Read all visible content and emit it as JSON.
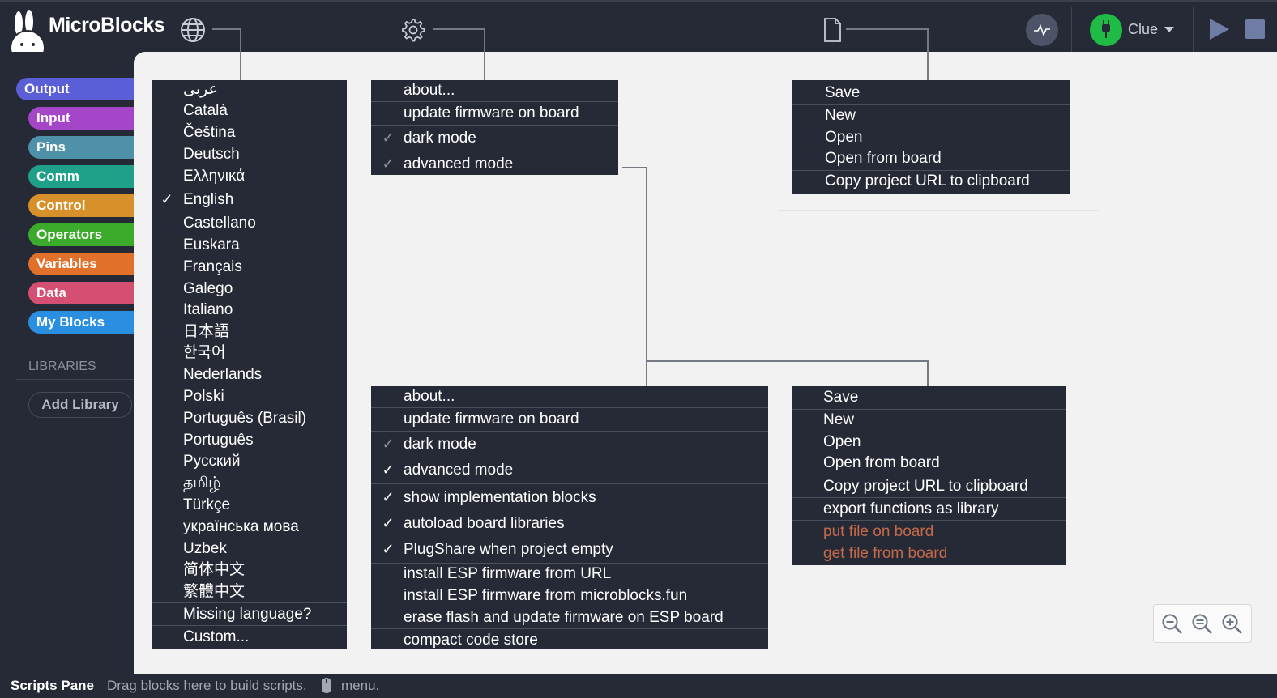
{
  "app": {
    "title": "MicroBlocks"
  },
  "toolbar": {
    "board_name": "Clue"
  },
  "sidebar": {
    "categories": [
      {
        "label": "Output",
        "color": "#5a5fd8"
      },
      {
        "label": "Input",
        "color": "#a545c7"
      },
      {
        "label": "Pins",
        "color": "#4f91a8"
      },
      {
        "label": "Comm",
        "color": "#1fa088"
      },
      {
        "label": "Control",
        "color": "#d8912a"
      },
      {
        "label": "Operators",
        "color": "#3caa2a"
      },
      {
        "label": "Variables",
        "color": "#e0702a"
      },
      {
        "label": "Data",
        "color": "#d54f72"
      },
      {
        "label": "My Blocks",
        "color": "#2a8fe0"
      }
    ],
    "libraries_label": "LIBRARIES",
    "add_library": "Add Library"
  },
  "status": {
    "title": "Scripts Pane",
    "hint": "Drag blocks here to build scripts.",
    "menu": "menu."
  },
  "language_menu": {
    "items": [
      "عربى",
      "Català",
      "Čeština",
      "Deutsch",
      "Ελληνικά",
      "English",
      "Castellano",
      "Euskara",
      "Français",
      "Galego",
      "Italiano",
      "日本語",
      "한국어",
      "Nederlands",
      "Polski",
      "Português (Brasil)",
      "Português",
      "Русский",
      "தமிழ்",
      "Türkçe",
      "українська мова",
      "Uzbek",
      "简体中文",
      "繁體中文"
    ],
    "checked": "English",
    "missing": "Missing language?",
    "custom": "Custom..."
  },
  "settings_menu": {
    "about": "about...",
    "update_firmware": "update firmware on board",
    "dark_mode": "dark mode",
    "advanced_mode": "advanced mode"
  },
  "settings_menu_advanced": {
    "about": "about...",
    "update_firmware": "update firmware on board",
    "dark_mode": "dark mode",
    "advanced_mode": "advanced mode",
    "show_impl": "show implementation blocks",
    "autoload": "autoload board libraries",
    "plugshare": "PlugShare when project empty",
    "install_esp_url": "install ESP firmware from URL",
    "install_esp_mb": "install ESP firmware from microblocks.fun",
    "erase_flash": "erase flash and update firmware on ESP board",
    "compact": "compact code store"
  },
  "file_menu": {
    "save": "Save",
    "new": "New",
    "open": "Open",
    "open_board": "Open from board",
    "copy_url": "Copy project URL to clipboard"
  },
  "file_menu_advanced": {
    "save": "Save",
    "new": "New",
    "open": "Open",
    "open_board": "Open from board",
    "copy_url": "Copy project URL to clipboard",
    "export_lib": "export functions as library",
    "put_file": "put file on board",
    "get_file": "get file from board"
  },
  "icons": {
    "globe": "globe-icon",
    "gear": "gear-icon",
    "file": "file-icon",
    "graph": "graph-icon",
    "plug": "plug-icon",
    "start": "play-icon",
    "stop": "stop-icon",
    "zoom_out": "zoom-out-icon",
    "zoom_reset": "zoom-reset-icon",
    "zoom_in": "zoom-in-icon"
  }
}
